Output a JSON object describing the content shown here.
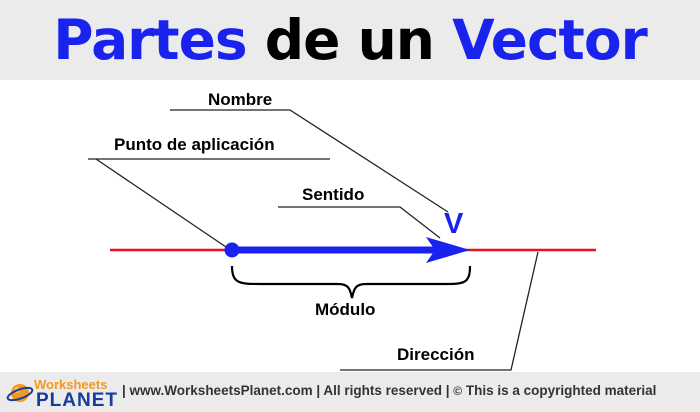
{
  "title": {
    "word1": "Partes",
    "word2": "de un",
    "word3": "Vector"
  },
  "diagram": {
    "labels": {
      "nombre": "Nombre",
      "punto": "Punto de aplicación",
      "sentido": "Sentido",
      "vector_name": "V",
      "modulo": "Módulo",
      "direccion": "Dirección"
    }
  },
  "colors": {
    "vector": "#1a22ee",
    "line": "#e8101a",
    "title_accent": "#1a22ee"
  },
  "footer": {
    "logo_top": "Worksheets",
    "logo_bottom": "PLANET",
    "separator": "|",
    "website": "www.WorksheetsPlanet.com",
    "rights": "All rights reserved",
    "copyright_icon": "copyright-icon",
    "copyright_text": "This is a copyrighted material"
  }
}
